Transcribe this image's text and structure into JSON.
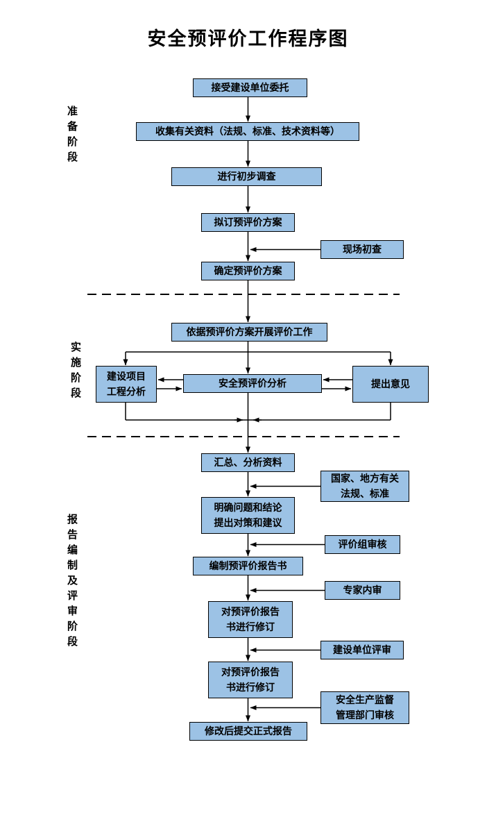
{
  "title": "安全预评价工作程序图",
  "colors": {
    "box_fill": "#9CC2E5",
    "box_border": "#000000"
  },
  "phases": {
    "preparation": "准备阶段",
    "implementation": "实施阶段",
    "reporting": "报告编制及评审阶段"
  },
  "nodes": {
    "accept": "接受建设单位委托",
    "collect": "收集有关资料（法规、标准、技术资料等）",
    "survey": "进行初步调查",
    "draft_plan": "拟订预评价方案",
    "site_check": "现场初查",
    "confirm_plan": "确定预评价方案",
    "carry_out": "依据预评价方案开展评价工作",
    "project_analysis": "建设项目\n工程分析",
    "safety_analysis": "安全预评价分析",
    "opinions": "提出意见",
    "summarize": "汇总、分析资料",
    "laws": "国家、地方有关\n法规、标准",
    "clarify": "明确问题和结论\n提出对策和建议",
    "group_review": "评价组审核",
    "compile_report": "编制预评价报告书",
    "expert_review": "专家内审",
    "revise1": "对预评价报告\n书进行修订",
    "unit_review": "建设单位评审",
    "revise2": "对预评价报告\n书进行修订",
    "admin_review": "安全生产监督\n管理部门审核",
    "final_report": "修改后提交正式报告"
  }
}
